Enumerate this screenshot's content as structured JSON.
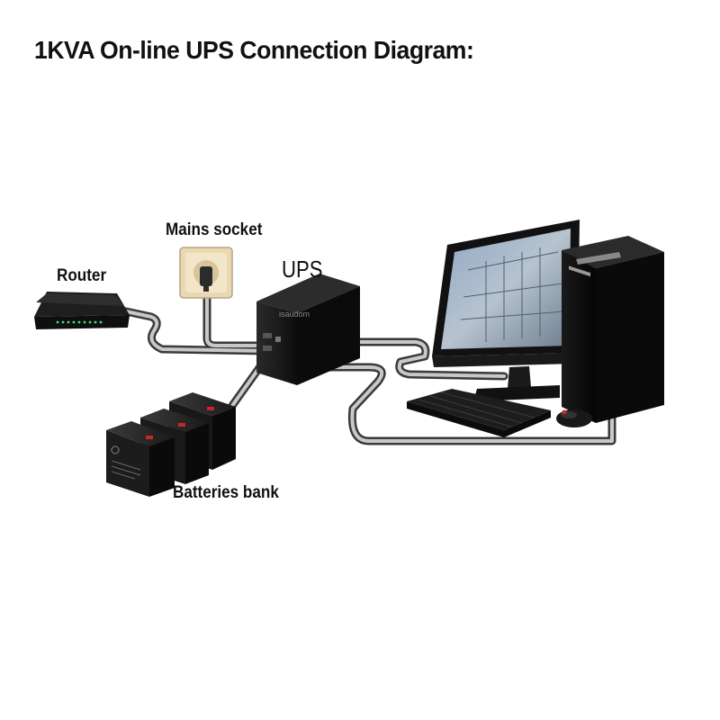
{
  "title": "1KVA On-line UPS Connection Diagram:",
  "labels": {
    "router": "Router",
    "mains_socket": "Mains socket",
    "ups": "UPS",
    "batteries": "Batteries bank"
  },
  "colors": {
    "cable_outline": "#3a3a3a",
    "cable_fill": "#c8c8c8",
    "device_dark": "#1c1c1c",
    "socket_face": "#e9d8b4"
  },
  "icons": [
    "router-icon",
    "mains-socket-icon",
    "ups-unit-icon",
    "battery-icon",
    "monitor-icon",
    "pc-tower-icon",
    "keyboard-icon",
    "mouse-icon"
  ]
}
